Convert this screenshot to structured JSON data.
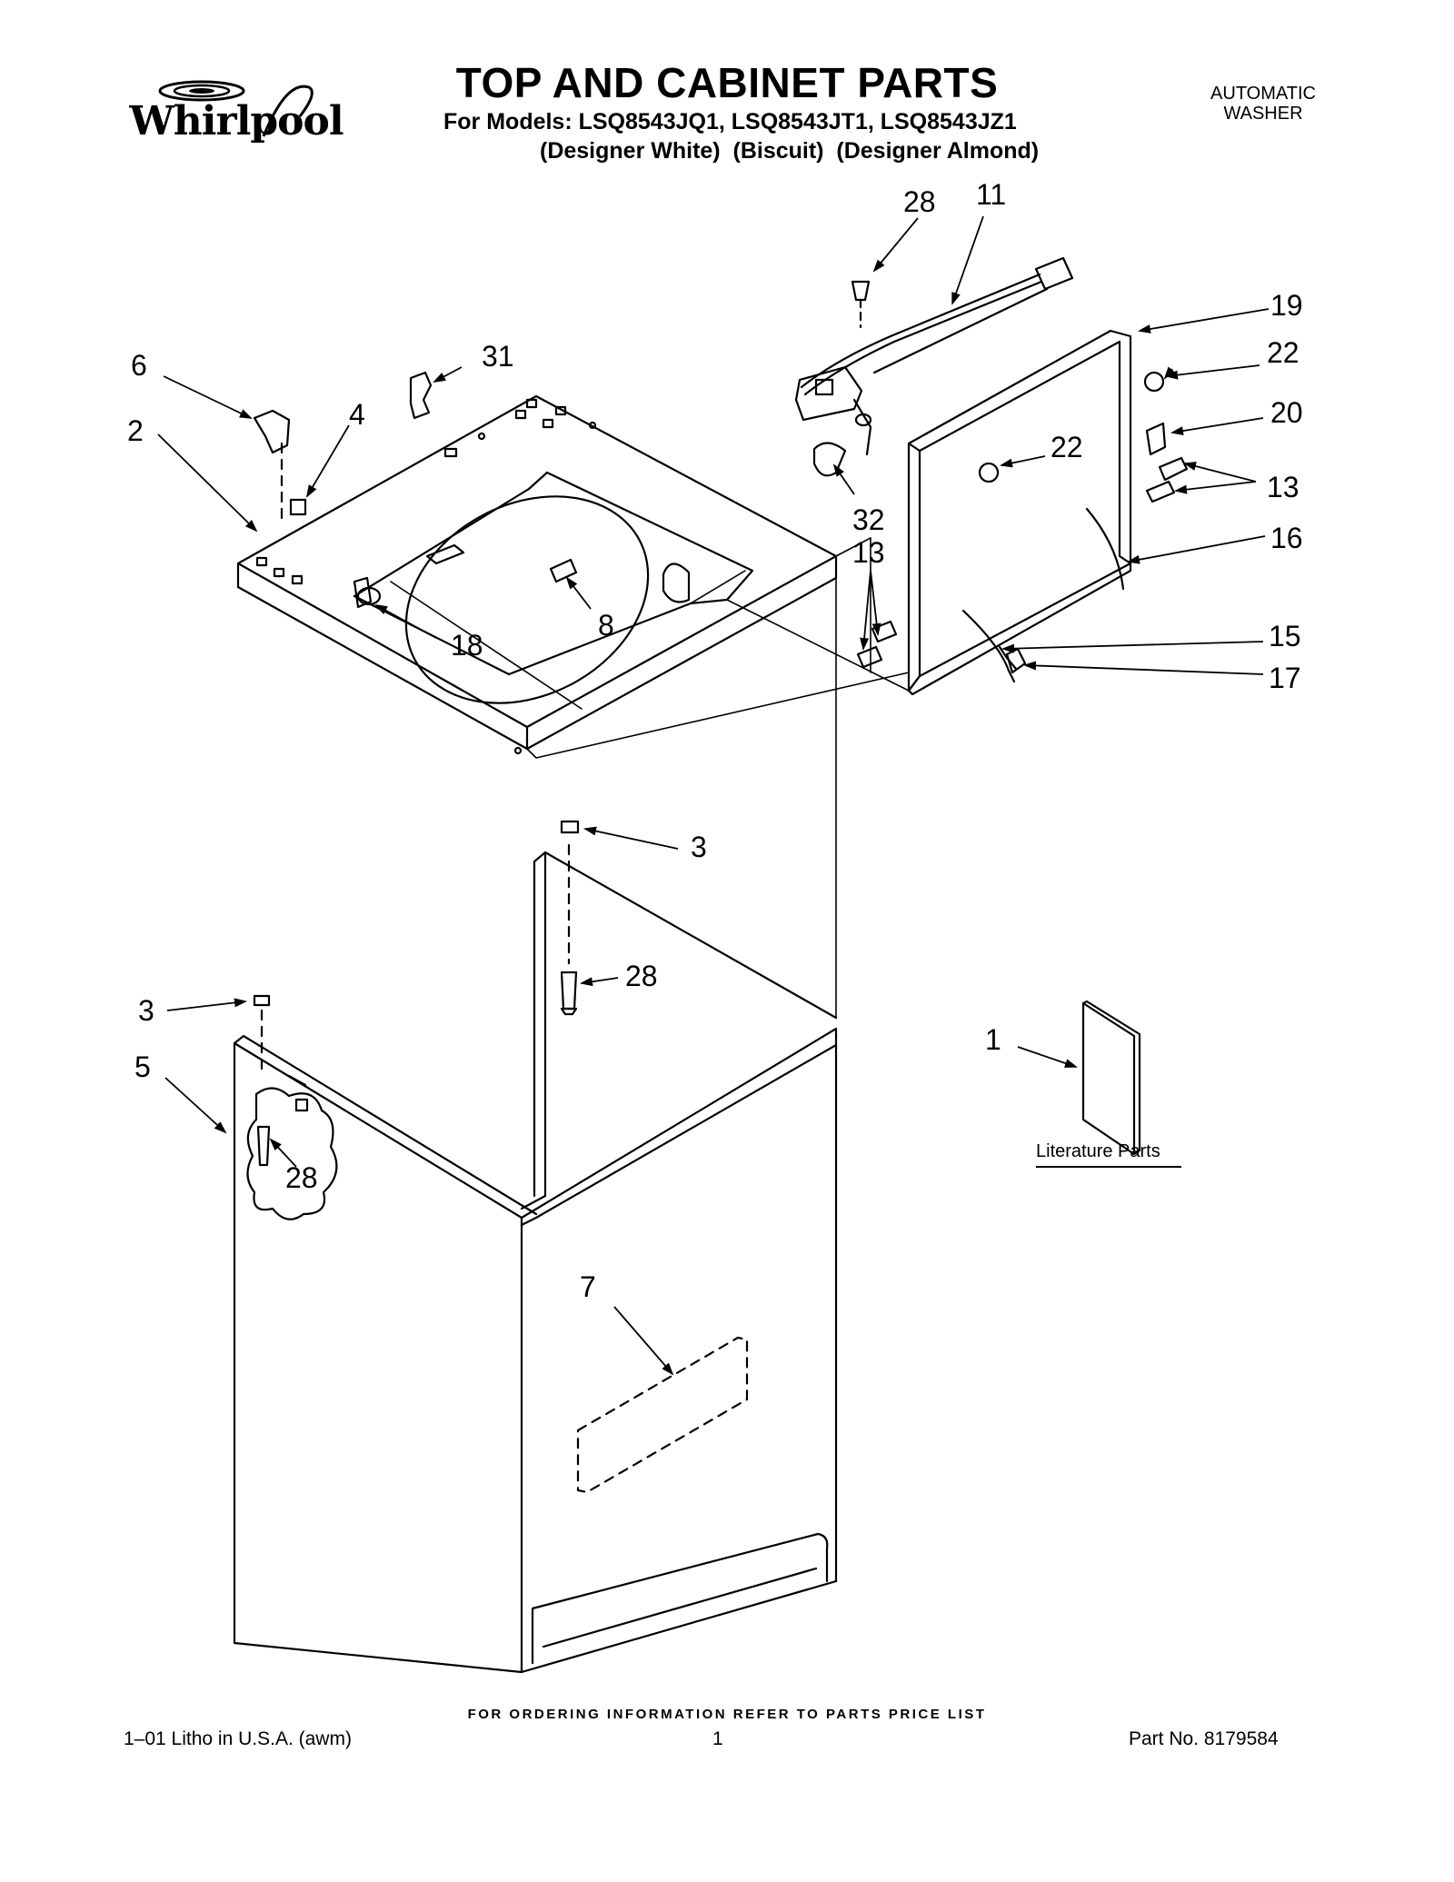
{
  "header": {
    "brand": "Whirlpool",
    "title": "TOP AND CABINET PARTS",
    "models_line": "For Models: LSQ8543JQ1, LSQ8543JT1, LSQ8543JZ1",
    "variants_line": "(Designer White)  (Biscuit)  (Designer Almond)",
    "machine_type_1": "AUTOMATIC",
    "machine_type_2": "WASHER"
  },
  "callouts": {
    "c28_top": "28",
    "c11": "11",
    "c19": "19",
    "c22_right": "22",
    "c20": "20",
    "c22_mid": "22",
    "c13_right": "13",
    "c16": "16",
    "c15": "15",
    "c17": "17",
    "c6": "6",
    "c31": "31",
    "c4": "4",
    "c2": "2",
    "c32": "32",
    "c13_left": "13",
    "c8": "8",
    "c18": "18",
    "c3_top": "3",
    "c28_mid": "28",
    "c3_left": "3",
    "c5": "5",
    "c28_low": "28",
    "c1": "1",
    "c7": "7"
  },
  "literature_label": "Literature Parts",
  "footer": {
    "ordering": "FOR ORDERING INFORMATION REFER TO PARTS PRICE LIST",
    "litho": "1–01 Litho in U.S.A. (awm)",
    "page": "1",
    "part_no": "Part No. 8179584"
  }
}
